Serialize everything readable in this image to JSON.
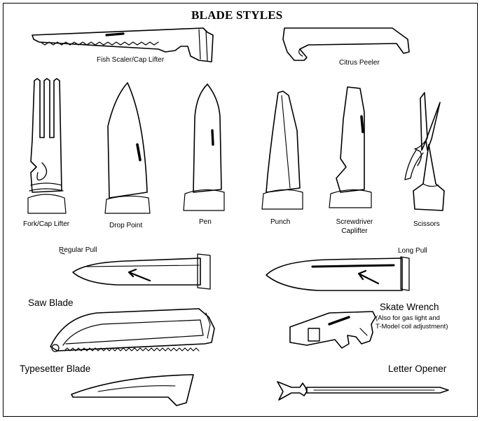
{
  "title": "BLADE STYLES",
  "blades": {
    "fish_scaler": "Fish Scaler/Cap Lifter",
    "citrus_peeler": "Citrus  Peeler",
    "fork": "Fork/Cap Lifter",
    "drop_point": "Drop Point",
    "pen": "Pen",
    "punch": "Punch",
    "screwdriver_1": "Screwdriver",
    "screwdriver_2": "Caplifter",
    "scissors": "Scissors",
    "regular_pull": "Regular Pull",
    "long_pull": "Long Pull",
    "saw": "Saw Blade",
    "skate_wrench": "Skate Wrench",
    "skate_note_1": "(Also for gas light and",
    "skate_note_2": "T-Model coil adjustment)",
    "typesetter": "Typesetter Blade",
    "letter_opener": "Letter Opener"
  }
}
